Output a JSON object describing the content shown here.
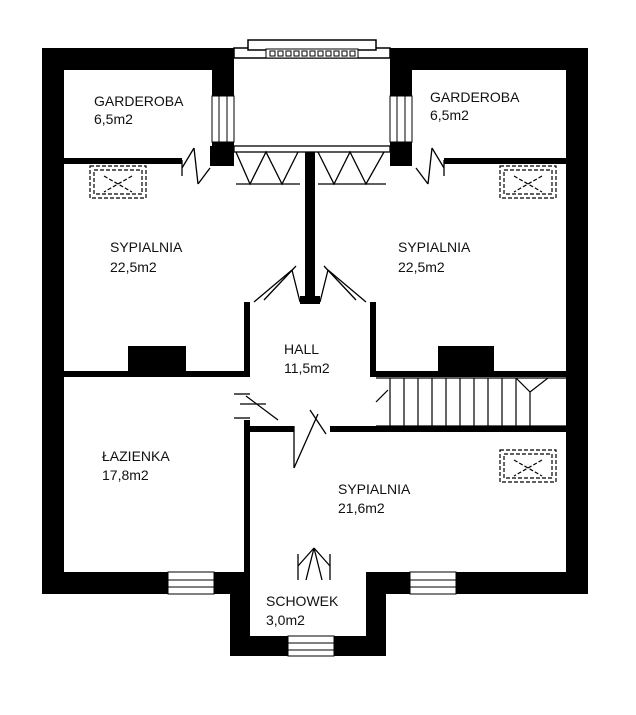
{
  "colors": {
    "wall": "#000000",
    "line": "#1a1a1a",
    "background": "#ffffff"
  },
  "rooms": [
    {
      "id": "garderoba-left",
      "name": "GARDEROBA",
      "area": "6,5m2"
    },
    {
      "id": "garderoba-right",
      "name": "GARDEROBA",
      "area": "6,5m2"
    },
    {
      "id": "sypialnia-left",
      "name": "SYPIALNIA",
      "area": "22,5m2"
    },
    {
      "id": "sypialnia-right",
      "name": "SYPIALNIA",
      "area": "22,5m2"
    },
    {
      "id": "hall",
      "name": "HALL",
      "area": "11,5m2"
    },
    {
      "id": "lazienka",
      "name": "ŁAZIENKA",
      "area": "17,8m2"
    },
    {
      "id": "sypialnia-bottom",
      "name": "SYPIALNIA",
      "area": "21,6m2"
    },
    {
      "id": "schowek",
      "name": "SCHOWEK",
      "area": "3,0m2"
    }
  ]
}
